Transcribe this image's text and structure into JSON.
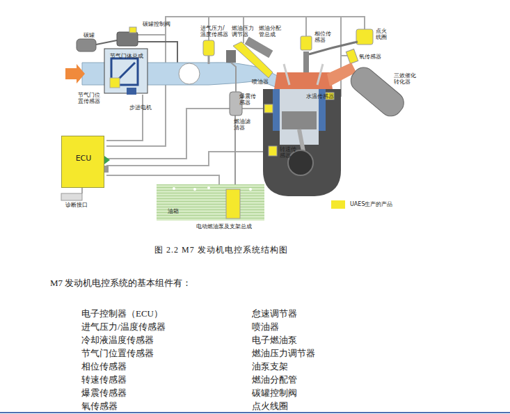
{
  "diagram": {
    "caption": "图 2.2 M7 发动机电控系统结构图",
    "nodes": [
      {
        "text": [
          "ECU"
        ]
      },
      {
        "text": [
          "油箱"
        ]
      }
    ],
    "labels": [
      "碳罐控制阀",
      "碳罐",
      "进气压力/温度传感器",
      "燃油压力调节器",
      "燃油分配管总成",
      "相位传感器",
      "点火线圈",
      "节气门体总成",
      "氧传感器",
      "喷油器",
      "三效催化转化器",
      "节气门位置传感器",
      "爆震传感器",
      "水温传感器",
      "步进电机",
      "燃油滤清器",
      "转速传感器",
      "诊断接口",
      "电动燃油泵及支架总成",
      "M7 发动机电控系统的基本组件有：",
      "电子控制器（ECU）",
      "怠速调节器",
      "进气压力/温度传感器",
      "喷油器",
      "冷却液温度传感器",
      "电子燃油泵",
      "节气门位置传感器",
      "燃油压力调节器",
      "相位传感器",
      "油泵支架",
      "转速传感器",
      "燃油分配管",
      "爆震传感器",
      "碳罐控制阀",
      "氧传感器",
      "点火线圈"
    ],
    "legend": [
      {
        "text": "UAES生产的产品",
        "color": "#f5e82c"
      }
    ]
  }
}
